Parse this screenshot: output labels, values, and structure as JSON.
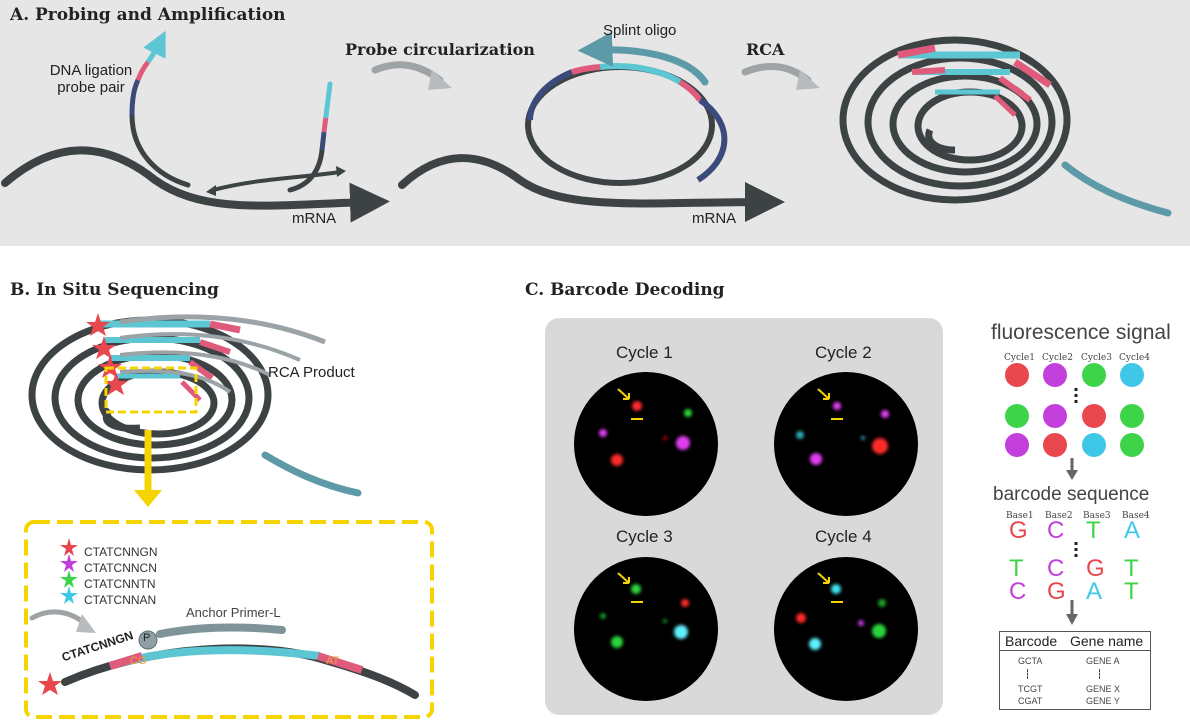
{
  "panel_a": {
    "title": "A. Probing and Amplification",
    "probe_label_line1": "DNA ligation",
    "probe_label_line2": "probe pair",
    "mrna_label": "mRNA",
    "circ_label": "Probe circularization",
    "splint_label": "Splint oligo",
    "mrna_label_2": "mRNA",
    "rca_label": "RCA"
  },
  "panel_b": {
    "title": "B. In Situ Sequencing",
    "rca_product_label": "RCA Product",
    "probes": [
      {
        "text": "CTATCNNGN",
        "color": "#e8474e"
      },
      {
        "text": "CTATCNNCN",
        "color": "#c23fdb"
      },
      {
        "text": "CTATCNNTN",
        "color": "#3ed44a"
      },
      {
        "text": "CTATCNNAN",
        "color": "#3fc7e8"
      }
    ],
    "anchor_label": "Anchor Primer-L",
    "phosphate_label": "P",
    "bound_probe": "CTATCNNGN",
    "seg_label_1": "CG",
    "seg_label_2": "AT"
  },
  "panel_c": {
    "title": "C. Barcode Decoding",
    "cycles": [
      "Cycle 1",
      "Cycle 2",
      "Cycle 3",
      "Cycle 4"
    ],
    "fluor_title": "fluorescence signal",
    "cycle_headers": [
      "Cycle1",
      "Cycle2",
      "Cycle3",
      "Cycle4"
    ],
    "signal_rows": [
      [
        "#e8474e",
        "#c23fdb",
        "#3ed44a",
        "#3fc7e8"
      ],
      [
        "#3ed44a",
        "#c23fdb",
        "#e8474e",
        "#3ed44a"
      ],
      [
        "#c23fdb",
        "#e8474e",
        "#3fc7e8",
        "#3ed44a"
      ]
    ],
    "barcode_title": "barcode sequence",
    "base_headers": [
      "Base1",
      "Base2",
      "Base3",
      "Base4"
    ],
    "barcode_rows": [
      [
        {
          "t": "G",
          "c": "#e8474e"
        },
        {
          "t": "C",
          "c": "#c23fdb"
        },
        {
          "t": "T",
          "c": "#3ed44a"
        },
        {
          "t": "A",
          "c": "#3fc7e8"
        }
      ],
      [
        {
          "t": "T",
          "c": "#3ed44a"
        },
        {
          "t": "C",
          "c": "#c23fdb"
        },
        {
          "t": "G",
          "c": "#e8474e"
        },
        {
          "t": "T",
          "c": "#3ed44a"
        }
      ],
      [
        {
          "t": "C",
          "c": "#c23fdb"
        },
        {
          "t": "G",
          "c": "#e8474e"
        },
        {
          "t": "A",
          "c": "#3fc7e8"
        },
        {
          "t": "T",
          "c": "#3ed44a"
        }
      ]
    ],
    "table_header": [
      "Barcode",
      "Gene name"
    ],
    "table_rows": [
      [
        "GCTA",
        "GENE A"
      ],
      [
        "TCGT",
        "GENE X"
      ],
      [
        "CGAT",
        "GENE Y"
      ]
    ]
  },
  "colors": {
    "dark_strand": "#3d4344",
    "navy": "#3b4a7a",
    "pink": "#e05a7c",
    "cyan": "#5cc6d3",
    "teal": "#5d9aa8",
    "yellow": "#f5d400"
  }
}
